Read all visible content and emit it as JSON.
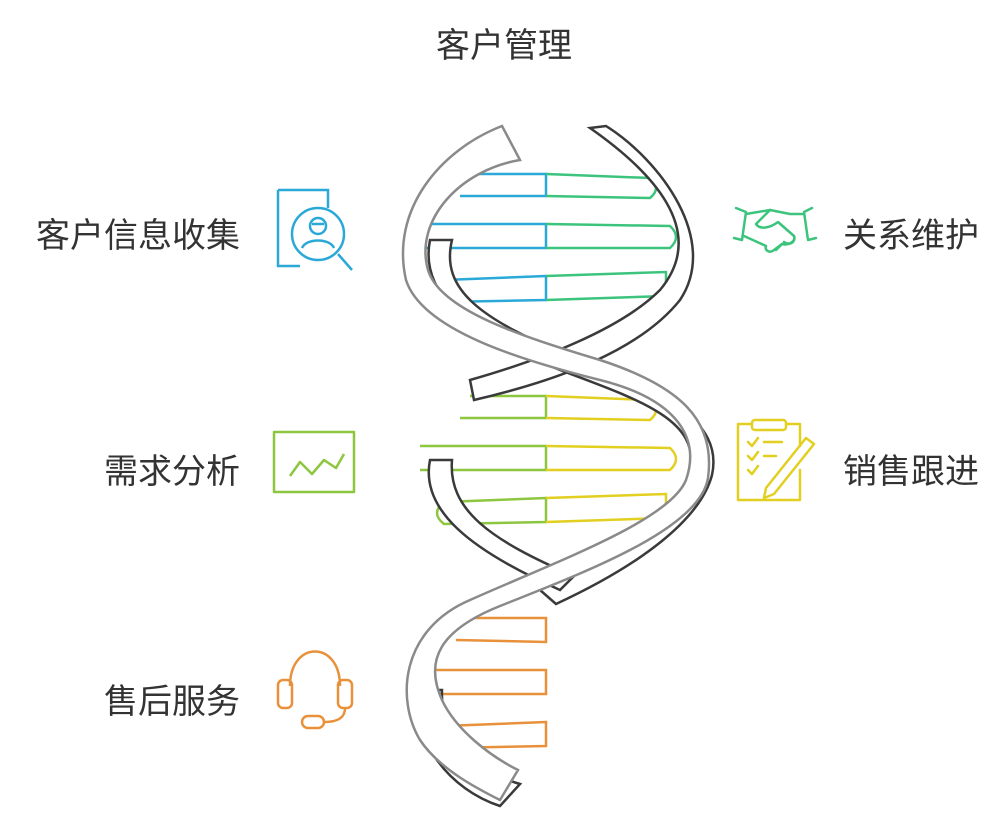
{
  "title": "客户管理",
  "colors": {
    "strand_light": "#8a8a8a",
    "strand_dark": "#3a3a3a",
    "blue": "#2aa8d8",
    "green": "#3cc47c",
    "lime": "#8dc63f",
    "yellow": "#e2cf1f",
    "orange": "#e8913a",
    "text": "#333333"
  },
  "stages": [
    {
      "label": "客户信息收集",
      "side": "left",
      "icon": "customer-search-icon",
      "color": "#2aa8d8"
    },
    {
      "label": "关系维护",
      "side": "right",
      "icon": "handshake-icon",
      "color": "#3cc47c"
    },
    {
      "label": "需求分析",
      "side": "left",
      "icon": "chart-line-icon",
      "color": "#8dc63f"
    },
    {
      "label": "销售跟进",
      "side": "right",
      "icon": "clipboard-pen-icon",
      "color": "#e2cf1f"
    },
    {
      "label": "售后服务",
      "side": "left",
      "icon": "headset-icon",
      "color": "#e8913a"
    }
  ]
}
